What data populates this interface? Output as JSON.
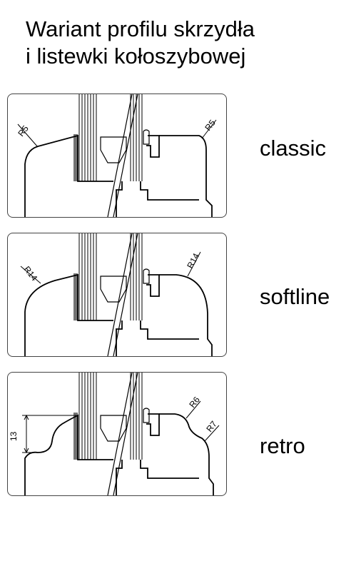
{
  "title": {
    "line1": "Wariant profilu skrzydła",
    "line2": "i listewki kołoszybowej"
  },
  "variants": [
    {
      "label": "classic",
      "radius_left": "R5",
      "radius_right": "R5"
    },
    {
      "label": "softline",
      "radius_left": "R14",
      "radius_right": "R14"
    },
    {
      "label": "retro",
      "radius_top": "R6",
      "radius_right": "R7",
      "dimension": "13"
    }
  ]
}
